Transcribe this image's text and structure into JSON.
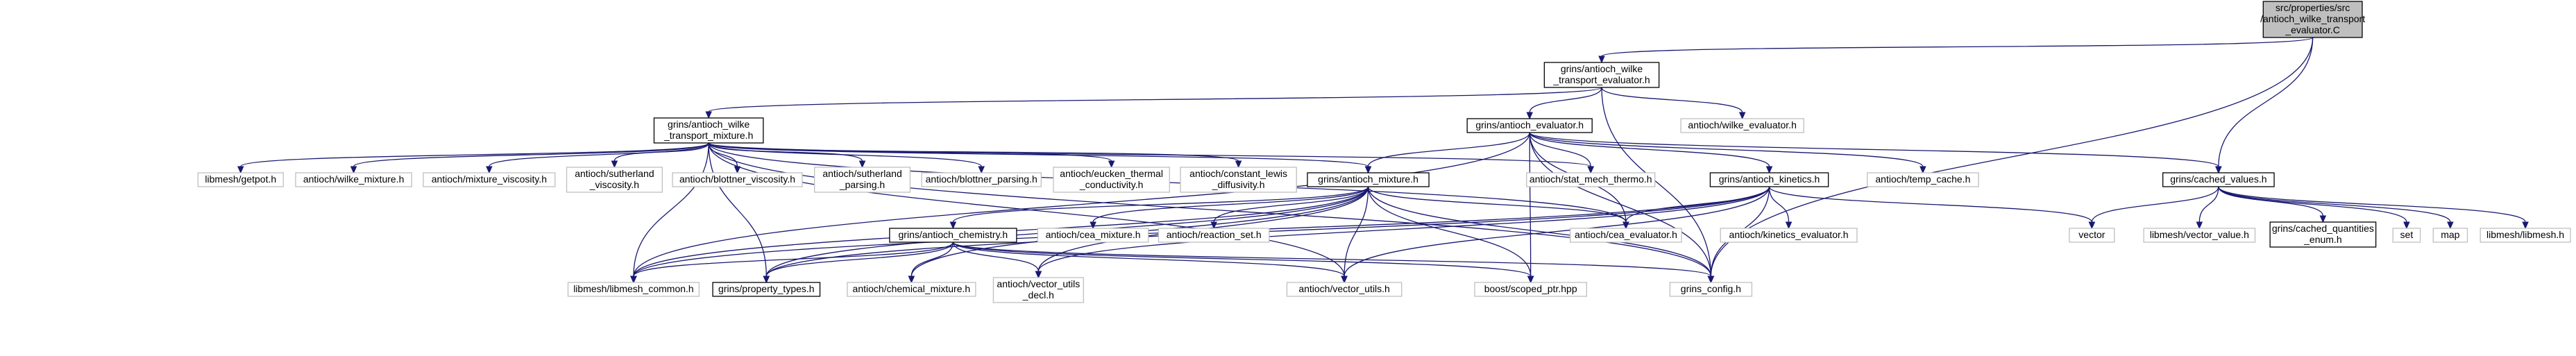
{
  "colors": {
    "edge": "#191970",
    "linked_border": "#000000",
    "external_border": "#bfbfbf",
    "root_fill": "#bfbfbf"
  },
  "nodes": [
    {
      "id": "root",
      "kind": "root",
      "lines": [
        "src/properties/src",
        "/antioch_wilke_transport",
        "_evaluator.C"
      ]
    },
    {
      "id": "wilke_transport_evaluator_h",
      "kind": "linked",
      "lines": [
        "grins/antioch_wilke",
        "_transport_evaluator.h"
      ]
    },
    {
      "id": "wilke_transport_mixture_h",
      "kind": "linked",
      "lines": [
        "grins/antioch_wilke",
        "_transport_mixture.h"
      ]
    },
    {
      "id": "antioch_wilke_evaluator_h",
      "kind": "external",
      "lines": [
        "antioch/wilke_evaluator.h"
      ]
    },
    {
      "id": "antioch_evaluator_h",
      "kind": "linked",
      "lines": [
        "grins/antioch_evaluator.h"
      ]
    },
    {
      "id": "cached_values_h",
      "kind": "linked",
      "lines": [
        "grins/cached_values.h"
      ]
    },
    {
      "id": "libmesh_getpot_h",
      "kind": "external",
      "lines": [
        "libmesh/getpot.h"
      ]
    },
    {
      "id": "wilke_mixture_h",
      "kind": "external",
      "lines": [
        "antioch/wilke_mixture.h"
      ]
    },
    {
      "id": "mixture_viscosity_h",
      "kind": "external",
      "lines": [
        "antioch/mixture_viscosity.h"
      ]
    },
    {
      "id": "sutherland_viscosity_h",
      "kind": "external",
      "lines": [
        "antioch/sutherland",
        "_viscosity.h"
      ]
    },
    {
      "id": "blottner_viscosity_h",
      "kind": "external",
      "lines": [
        "antioch/blottner_viscosity.h"
      ]
    },
    {
      "id": "sutherland_parsing_h",
      "kind": "external",
      "lines": [
        "antioch/sutherland",
        "_parsing.h"
      ]
    },
    {
      "id": "blottner_parsing_h",
      "kind": "external",
      "lines": [
        "antioch/blottner_parsing.h"
      ]
    },
    {
      "id": "eucken_h",
      "kind": "external",
      "lines": [
        "antioch/eucken_thermal",
        "_conductivity.h"
      ]
    },
    {
      "id": "constant_lewis_h",
      "kind": "external",
      "lines": [
        "antioch/constant_lewis",
        "_diffusivity.h"
      ]
    },
    {
      "id": "antioch_mixture_h",
      "kind": "linked",
      "lines": [
        "grins/antioch_mixture.h"
      ]
    },
    {
      "id": "stat_mech_thermo_h",
      "kind": "external",
      "lines": [
        "antioch/stat_mech_thermo.h"
      ]
    },
    {
      "id": "antioch_kinetics_h",
      "kind": "linked",
      "lines": [
        "grins/antioch_kinetics.h"
      ]
    },
    {
      "id": "temp_cache_h",
      "kind": "external",
      "lines": [
        "antioch/temp_cache.h"
      ]
    },
    {
      "id": "vector",
      "kind": "external",
      "lines": [
        "vector"
      ]
    },
    {
      "id": "libmesh_vector_value_h",
      "kind": "external",
      "lines": [
        "libmesh/vector_value.h"
      ]
    },
    {
      "id": "cached_quantities_enum_h",
      "kind": "linked",
      "lines": [
        "grins/cached_quantities",
        "_enum.h"
      ]
    },
    {
      "id": "set",
      "kind": "external",
      "lines": [
        "set"
      ]
    },
    {
      "id": "map",
      "kind": "external",
      "lines": [
        "map"
      ]
    },
    {
      "id": "libmesh_libmesh_h",
      "kind": "external",
      "lines": [
        "libmesh/libmesh.h"
      ]
    },
    {
      "id": "antioch_chemistry_h",
      "kind": "linked",
      "lines": [
        "grins/antioch_chemistry.h"
      ]
    },
    {
      "id": "cea_mixture_h",
      "kind": "external",
      "lines": [
        "antioch/cea_mixture.h"
      ]
    },
    {
      "id": "reaction_set_h",
      "kind": "external",
      "lines": [
        "antioch/reaction_set.h"
      ]
    },
    {
      "id": "cea_evaluator_h",
      "kind": "external",
      "lines": [
        "antioch/cea_evaluator.h"
      ]
    },
    {
      "id": "kinetics_evaluator_h",
      "kind": "external",
      "lines": [
        "antioch/kinetics_evaluator.h"
      ]
    },
    {
      "id": "libmesh_common_h",
      "kind": "external",
      "lines": [
        "libmesh/libmesh_common.h"
      ]
    },
    {
      "id": "property_types_h",
      "kind": "linked",
      "lines": [
        "grins/property_types.h"
      ]
    },
    {
      "id": "chemical_mixture_h",
      "kind": "external",
      "lines": [
        "antioch/chemical_mixture.h"
      ]
    },
    {
      "id": "vector_utils_decl_h",
      "kind": "external",
      "lines": [
        "antioch/vector_utils",
        "_decl.h"
      ]
    },
    {
      "id": "vector_utils_h",
      "kind": "external",
      "lines": [
        "antioch/vector_utils.h"
      ]
    },
    {
      "id": "scoped_ptr_hpp",
      "kind": "external",
      "lines": [
        "boost/scoped_ptr.hpp"
      ]
    },
    {
      "id": "grins_config_h",
      "kind": "external",
      "lines": [
        "grins_config.h"
      ]
    }
  ],
  "edges": [
    [
      "root",
      "wilke_transport_evaluator_h"
    ],
    [
      "root",
      "cached_values_h"
    ],
    [
      "root",
      "grins_config_h"
    ],
    [
      "wilke_transport_evaluator_h",
      "wilke_transport_mixture_h"
    ],
    [
      "wilke_transport_evaluator_h",
      "antioch_evaluator_h"
    ],
    [
      "wilke_transport_evaluator_h",
      "antioch_wilke_evaluator_h"
    ],
    [
      "wilke_transport_evaluator_h",
      "grins_config_h"
    ],
    [
      "wilke_transport_mixture_h",
      "libmesh_getpot_h"
    ],
    [
      "wilke_transport_mixture_h",
      "wilke_mixture_h"
    ],
    [
      "wilke_transport_mixture_h",
      "mixture_viscosity_h"
    ],
    [
      "wilke_transport_mixture_h",
      "sutherland_viscosity_h"
    ],
    [
      "wilke_transport_mixture_h",
      "blottner_viscosity_h"
    ],
    [
      "wilke_transport_mixture_h",
      "sutherland_parsing_h"
    ],
    [
      "wilke_transport_mixture_h",
      "blottner_parsing_h"
    ],
    [
      "wilke_transport_mixture_h",
      "eucken_h"
    ],
    [
      "wilke_transport_mixture_h",
      "constant_lewis_h"
    ],
    [
      "wilke_transport_mixture_h",
      "antioch_mixture_h"
    ],
    [
      "wilke_transport_mixture_h",
      "stat_mech_thermo_h"
    ],
    [
      "wilke_transport_mixture_h",
      "cea_evaluator_h"
    ],
    [
      "wilke_transport_mixture_h",
      "libmesh_common_h"
    ],
    [
      "wilke_transport_mixture_h",
      "property_types_h"
    ],
    [
      "wilke_transport_mixture_h",
      "vector_utils_h"
    ],
    [
      "wilke_transport_mixture_h",
      "grins_config_h"
    ],
    [
      "antioch_evaluator_h",
      "antioch_mixture_h"
    ],
    [
      "antioch_evaluator_h",
      "antioch_kinetics_h"
    ],
    [
      "antioch_evaluator_h",
      "stat_mech_thermo_h"
    ],
    [
      "antioch_evaluator_h",
      "temp_cache_h"
    ],
    [
      "antioch_evaluator_h",
      "cached_values_h"
    ],
    [
      "antioch_evaluator_h",
      "cea_evaluator_h"
    ],
    [
      "antioch_evaluator_h",
      "scoped_ptr_hpp"
    ],
    [
      "antioch_evaluator_h",
      "grins_config_h"
    ],
    [
      "antioch_evaluator_h",
      "libmesh_common_h"
    ],
    [
      "cached_values_h",
      "vector"
    ],
    [
      "cached_values_h",
      "libmesh_vector_value_h"
    ],
    [
      "cached_values_h",
      "cached_quantities_enum_h"
    ],
    [
      "cached_values_h",
      "set"
    ],
    [
      "cached_values_h",
      "map"
    ],
    [
      "cached_values_h",
      "libmesh_libmesh_h"
    ],
    [
      "antioch_mixture_h",
      "antioch_chemistry_h"
    ],
    [
      "antioch_mixture_h",
      "cea_mixture_h"
    ],
    [
      "antioch_mixture_h",
      "reaction_set_h"
    ],
    [
      "antioch_mixture_h",
      "cea_evaluator_h"
    ],
    [
      "antioch_mixture_h",
      "libmesh_common_h"
    ],
    [
      "antioch_mixture_h",
      "property_types_h"
    ],
    [
      "antioch_mixture_h",
      "chemical_mixture_h"
    ],
    [
      "antioch_mixture_h",
      "vector_utils_decl_h"
    ],
    [
      "antioch_mixture_h",
      "vector_utils_h"
    ],
    [
      "antioch_mixture_h",
      "scoped_ptr_hpp"
    ],
    [
      "antioch_mixture_h",
      "grins_config_h"
    ],
    [
      "antioch_kinetics_h",
      "cea_evaluator_h"
    ],
    [
      "antioch_kinetics_h",
      "kinetics_evaluator_h"
    ],
    [
      "antioch_kinetics_h",
      "vector"
    ],
    [
      "antioch_kinetics_h",
      "vector_utils_decl_h"
    ],
    [
      "antioch_kinetics_h",
      "vector_utils_h"
    ],
    [
      "antioch_kinetics_h",
      "grins_config_h"
    ],
    [
      "antioch_kinetics_h",
      "libmesh_common_h"
    ],
    [
      "antioch_kinetics_h",
      "property_types_h"
    ],
    [
      "antioch_chemistry_h",
      "libmesh_common_h"
    ],
    [
      "antioch_chemistry_h",
      "property_types_h"
    ],
    [
      "antioch_chemistry_h",
      "chemical_mixture_h"
    ],
    [
      "antioch_chemistry_h",
      "vector_utils_decl_h"
    ],
    [
      "antioch_chemistry_h",
      "vector_utils_h"
    ],
    [
      "antioch_chemistry_h",
      "scoped_ptr_hpp"
    ],
    [
      "antioch_chemistry_h",
      "grins_config_h"
    ]
  ]
}
